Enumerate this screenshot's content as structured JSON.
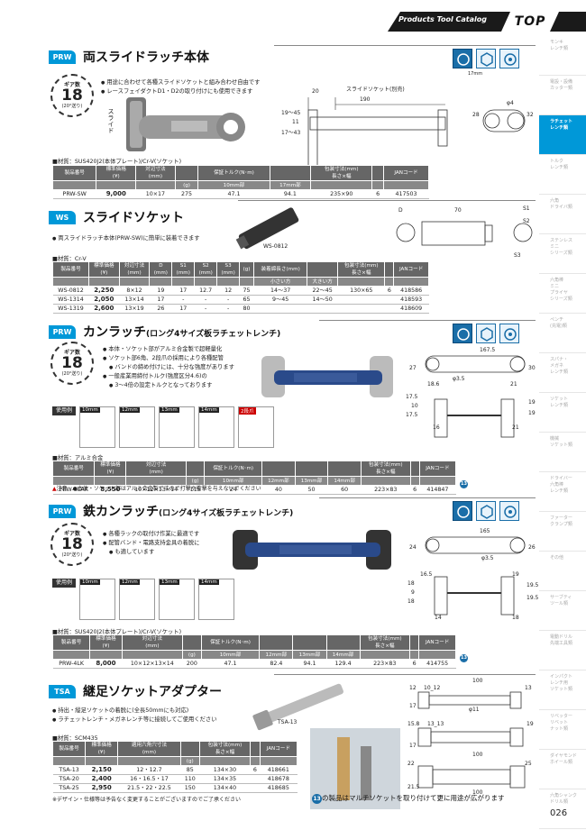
{
  "header": {
    "catalog": "Products Tool Catalog",
    "logo": "TOP"
  },
  "page_number": "026",
  "sidebar": [
    {
      "label": "モンキ\nレンチ類"
    },
    {
      "label": "電設・設備\nカッター類"
    },
    {
      "label": "ラチェット\nレンチ類"
    },
    {
      "label": "トルク\nレンチ類"
    },
    {
      "label": "六角\nドライバ類"
    },
    {
      "label": "ステンレス\nミニ\nシリーズ類"
    },
    {
      "label": "六角棒\nミニ\nプライヤ\nシリーズ類"
    },
    {
      "label": "ペンチ\n(充電)類"
    },
    {
      "label": "スパナ・\nメガネ\nレンチ類"
    },
    {
      "label": "ソケット\nレンチ類"
    },
    {
      "label": "機械\nソケット類"
    },
    {
      "label": "ドライバー\n六角棒\nレンチ類"
    },
    {
      "label": "ファーター\nクランプ類"
    },
    {
      "label": "その他"
    },
    {
      "label": "サーブティ\nツール類"
    },
    {
      "label": "電動ドリル\n先端工具類"
    },
    {
      "label": "インパクト\nレンチ用\nソケット類"
    },
    {
      "label": "リベッター\nリベット\nナット類"
    },
    {
      "label": "ダイヤモンド\nホイール類"
    },
    {
      "label": "六角シャンク\nドリル類"
    }
  ],
  "s1": {
    "tag": "PRW",
    "title": "両スライドラッチ本体",
    "badge": {
      "line1": "ギア数",
      "num": "18",
      "line3": "(20°送り)"
    },
    "bullets": [
      "用途に合わせて各種スライドソケットと組み合わせ自由です",
      "レースフェイダクトD1・D2の取り付けにも使用できます"
    ],
    "label_slide": "スライド",
    "label_socket": "スライドソケット(別売)",
    "label_17mm": "17mm",
    "dims": {
      "d190": "190",
      "d20": "20",
      "d19_45": "19〜45",
      "d11": "11",
      "d17_43": "17〜43",
      "d28": "28",
      "d32": "32",
      "phi4": "φ4"
    },
    "material": "■材質：SUS420J2(本体プレート)/Cr-V(ソケット)",
    "headers": [
      "製品番号",
      "標準価格\n(¥)",
      "対辺寸法\n(mm)",
      "",
      "保証トルク(N･m)",
      "",
      "包装寸法(mm)\n長さ×幅",
      "",
      "JANコード"
    ],
    "sub": [
      "",
      "",
      "",
      "(g)",
      "10mm部",
      "17mm部",
      "",
      "",
      ""
    ],
    "rows": [
      [
        "PRW-SW",
        "9,000",
        "10×17",
        "275",
        "47.1",
        "94.1",
        "235×90",
        "6",
        "417503"
      ]
    ]
  },
  "s2": {
    "tag": "WS",
    "title": "スライドソケット",
    "bullets": [
      "両スライドラッチ本体(PRW-SW)に簡単に装着できます"
    ],
    "photo_label": "WS-0812",
    "dims": {
      "D": "D",
      "d70": "70",
      "S1": "S1",
      "S2": "S2",
      "S3": "S3"
    },
    "material": "■材質：Cr-V",
    "headers": [
      "製品番号",
      "標準価格\n(¥)",
      "対辺寸法\n(mm)",
      "D\n(mm)",
      "S1\n(mm)",
      "S2\n(mm)",
      "S3\n(mm)",
      "(g)",
      "装着締長さ(mm)",
      "",
      "包装寸法(mm)\n長さ×幅",
      "",
      "JANコード"
    ],
    "sub": [
      "",
      "",
      "",
      "",
      "",
      "",
      "",
      "",
      "小さい方",
      "大きい方",
      "",
      "",
      ""
    ],
    "rows": [
      [
        "WS-0812",
        "2,250",
        "8×12",
        "19",
        "17",
        "12.7",
        "12",
        "75",
        "14〜37",
        "22〜45",
        "130×65",
        "6",
        "418586"
      ],
      [
        "WS-1314",
        "2,050",
        "13×14",
        "17",
        "-",
        "-",
        "-",
        "65",
        "9〜45",
        "14〜50",
        "",
        "",
        "418593"
      ],
      [
        "WS-1319",
        "2,600",
        "13×19",
        "26",
        "17",
        "-",
        "-",
        "80",
        "",
        "",
        "",
        "",
        "418609"
      ]
    ]
  },
  "s3": {
    "tag": "PRW",
    "title": "カンラッチ",
    "subtitle": "(ロング4サイズ板ラチェットレンチ)",
    "badge": {
      "line1": "ギア数",
      "num": "18",
      "line3": "(20°送り)"
    },
    "bullets": [
      "本体・ソケット部がアルミ合金製で超軽量化",
      "ソケット部6角、2段爪の採用により各種配管",
      "バンドの締め付けには、十分な強度があります",
      "一般産業用締付トルク(強度区分4.6)の",
      "3〜4倍の設定トルクとなっております"
    ],
    "dims": {
      "d167_5": "167.5",
      "d27": "27",
      "d30": "30",
      "d18_6": "18.6",
      "d21": "21",
      "phi3_5": "φ3.5",
      "d17_5": "17.5",
      "d10": "10",
      "d17_5b": "17.5",
      "d19": "19",
      "d16": "16",
      "d21b": "21",
      "d19b": "19"
    },
    "use_label": "使用例",
    "use": [
      "10mm",
      "12mm",
      "13mm",
      "14mm",
      "2段爪"
    ],
    "material": "■材質：アルミ合金",
    "headers": [
      "製品番号",
      "標準価格\n(¥)",
      "対辺寸法\n(mm)",
      "",
      "保証トルク(N･m)",
      "",
      "",
      "",
      "包装寸法(mm)\n長さ×幅",
      "",
      "JANコード"
    ],
    "sub": [
      "",
      "",
      "",
      "(g)",
      "10mm部",
      "12mm部",
      "13mm部",
      "14mm部",
      "",
      "",
      ""
    ],
    "rows": [
      [
        "PRW-4LAK",
        "8,550",
        "10×12×13×14",
        "115",
        "24",
        "40",
        "50",
        "60",
        "223×83",
        "6",
        "414847"
      ]
    ],
    "badge13": "13",
    "note": "注意　●本体・ソケット部はアルミ合金製ですので打撃や衝撃を与えないでください"
  },
  "s4": {
    "tag": "PRW",
    "title": "鉄カンラッチ",
    "subtitle": "(ロング4サイズ板ラチェットレンチ)",
    "badge": {
      "line1": "ギア数",
      "num": "18",
      "line3": "(20°送り)"
    },
    "bullets": [
      "各種ラックの取付け作業に最適です",
      "配管バンド・電路支持金具の着脱に",
      "も適しています"
    ],
    "dims": {
      "d165": "165",
      "d24": "24",
      "d26": "26",
      "phi3_5": "φ3.5",
      "d16_5": "16.5",
      "d19": "19",
      "d18": "18",
      "d9": "9",
      "d18b": "18",
      "d19_5": "19.5",
      "d19_5b": "19.5",
      "d14": "14",
      "d18c": "18"
    },
    "use_label": "使用例",
    "use": [
      "10mm",
      "12mm",
      "13mm",
      "14mm"
    ],
    "material": "■材質：SUS420J2(本体プレート)/Cr-V(ソケット)",
    "headers": [
      "製品番号",
      "標準価格\n(¥)",
      "対辺寸法\n(mm)",
      "",
      "保証トルク(N･m)",
      "",
      "",
      "",
      "包装寸法(mm)\n長さ×幅",
      "",
      "JANコード"
    ],
    "sub": [
      "",
      "",
      "",
      "(g)",
      "10mm部",
      "12mm部",
      "13mm部",
      "14mm部",
      "",
      "",
      ""
    ],
    "rows": [
      [
        "PRW-4LK",
        "8,000",
        "10×12×13×14",
        "200",
        "47.1",
        "82.4",
        "94.1",
        "129.4",
        "223×83",
        "6",
        "414755"
      ]
    ],
    "badge13": "13"
  },
  "s5": {
    "tag": "TSA",
    "title": "継足ソケットアダプター",
    "bullets": [
      "持出・縦足ソケットの着脱に(全長50mmにも対応)",
      "ラチェットレンチ・メガネレンチ等に接続してご使用ください"
    ],
    "photo_label": "TSA-13",
    "dims": {
      "d100": "100",
      "d12": "12",
      "d10_12": "10_12",
      "d17": "17",
      "d13": "13",
      "phi11": "φ11",
      "d15_8": "15.8",
      "d13_13": "13_13",
      "d19": "19",
      "d17b": "17",
      "d100b": "100",
      "d22": "22",
      "d21_5": "21.5",
      "d25": "25",
      "d100c": "100"
    },
    "material": "■材質：SCM435",
    "headers": [
      "製品番号",
      "標準価格\n(¥)",
      "適用六角穴寸法\n(mm)",
      "",
      "包装寸法(mm)\n長さ×幅",
      "",
      "JANコード"
    ],
    "sub": [
      "",
      "",
      "",
      "(g)",
      "",
      "",
      ""
    ],
    "rows": [
      [
        "TSA-13",
        "2,150",
        "12・12.7",
        "85",
        "134×30",
        "6",
        "418661"
      ],
      [
        "TSA-20",
        "2,400",
        "16・16.5・17",
        "110",
        "134×35",
        "",
        "418678"
      ],
      [
        "TSA-25",
        "2,950",
        "21.5・22・22.5",
        "150",
        "134×40",
        "",
        "418685"
      ]
    ],
    "foot": "※デザイン・仕様等は予告なく変更することがございますのでご了承ください"
  },
  "bottom_note": {
    "badge": "13",
    "text": "の製品はマルチソケットを取り付けて更に用途が広がります"
  }
}
